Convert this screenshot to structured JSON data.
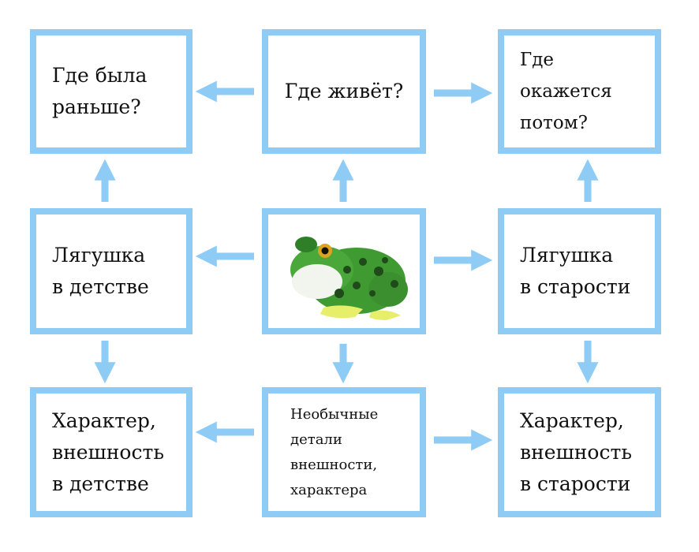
{
  "colors": {
    "border": "#8ecbf5",
    "arrow": "#8ecbf5"
  },
  "boxes": {
    "where_before": "Где была\nраньше?",
    "where_lives": "Где живёт?",
    "where_later": "Где окажется\nпотом?",
    "childhood": "Лягушка\nв детстве",
    "old_age": "Лягушка\nв старости",
    "character_childhood": "Характер,\nвнешность\nв детстве",
    "unusual_details": "Необычные\nдетали\nвнешности,\nхарактера",
    "character_old_age": "Характер,\nвнешность\nв старости"
  },
  "center_image": "frog-image"
}
